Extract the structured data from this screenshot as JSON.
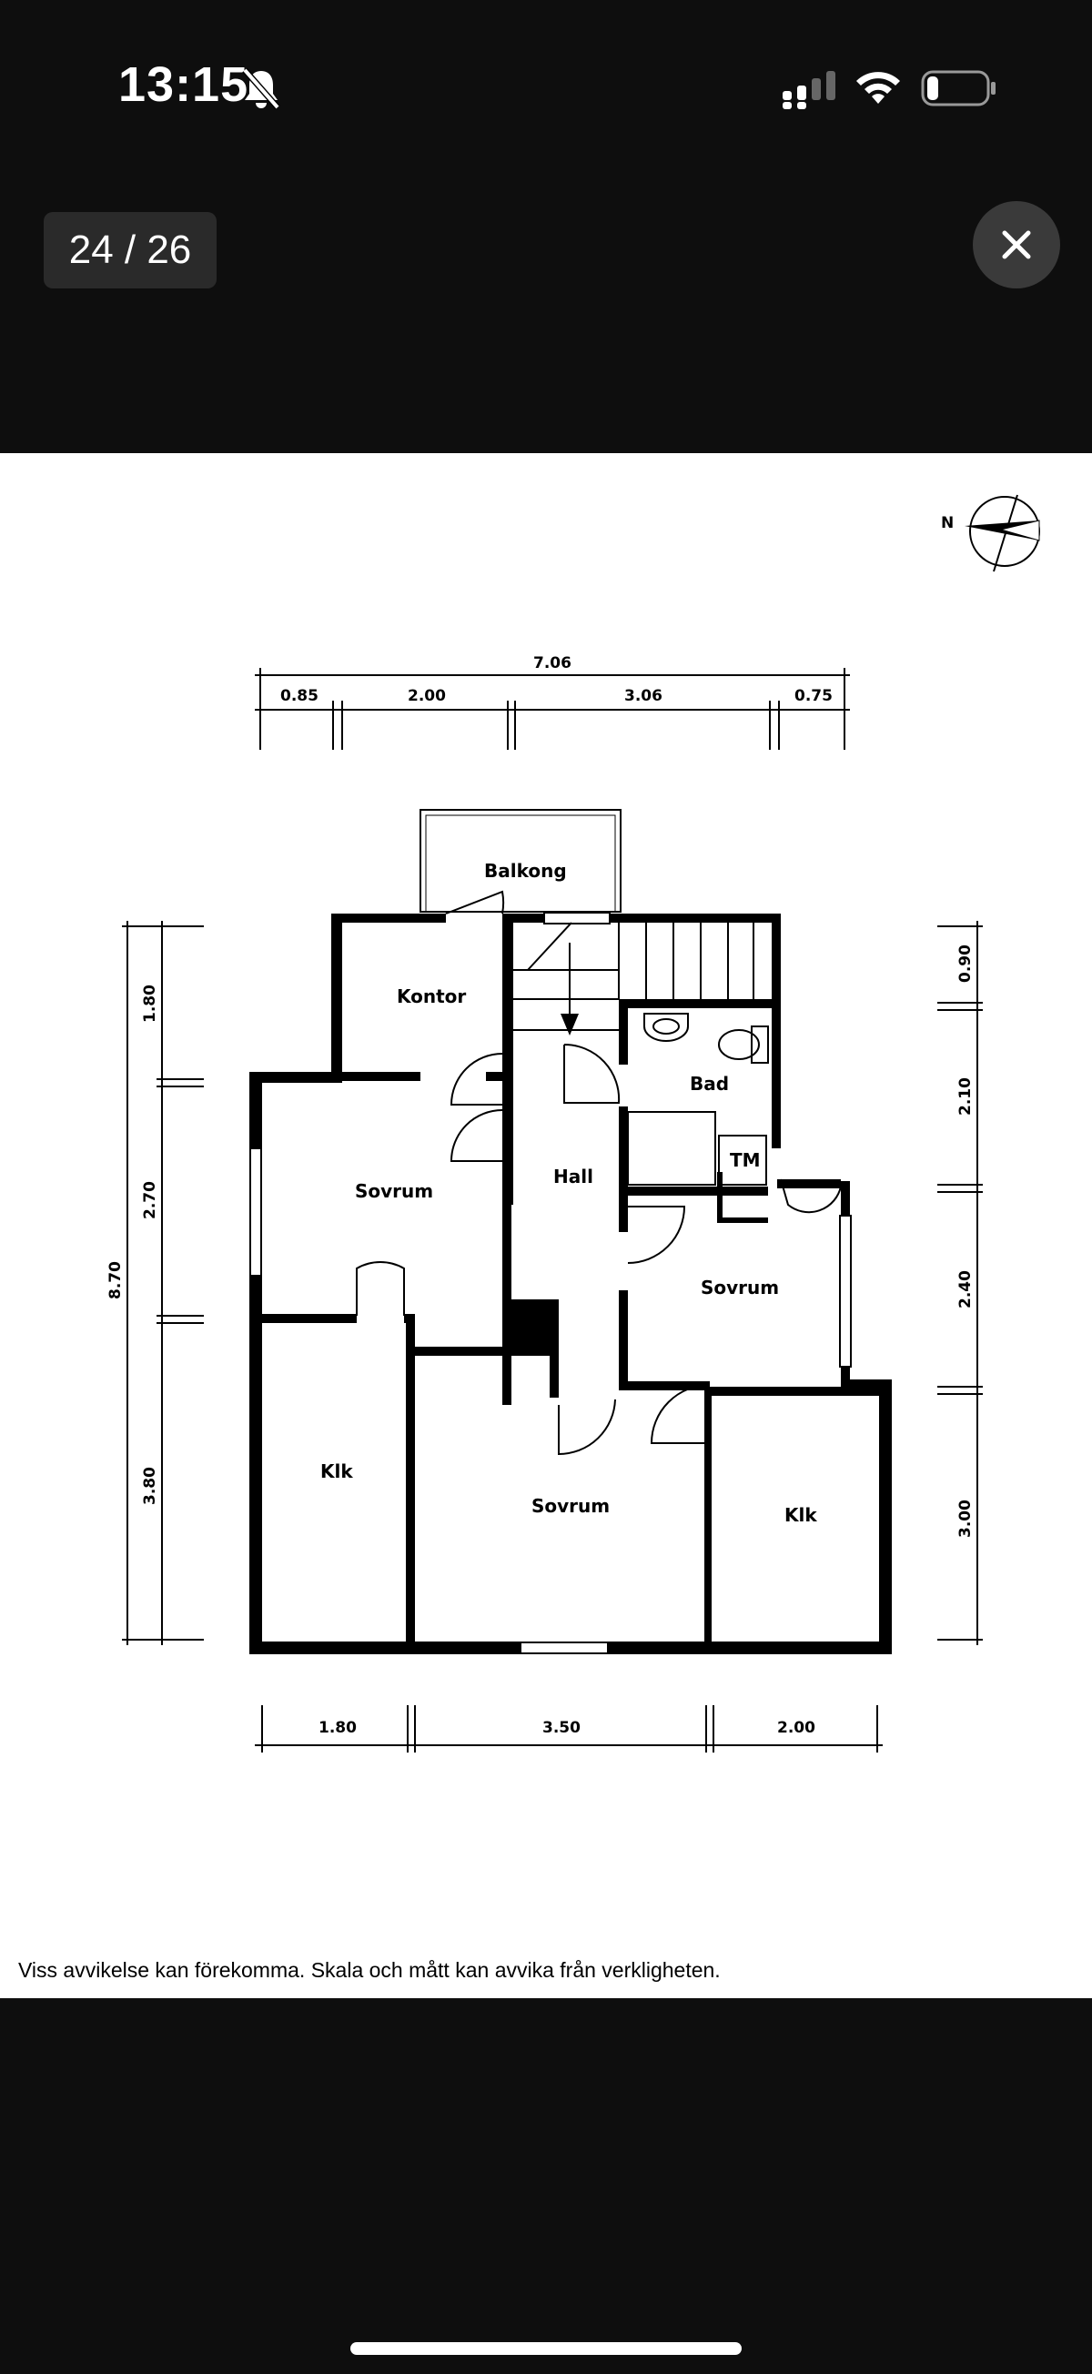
{
  "status_bar": {
    "time": "13:15",
    "silent_icon": "bell-slash-icon",
    "signal_icon": "cellular-signal-icon",
    "wifi_icon": "wifi-icon",
    "battery_icon": "battery-icon"
  },
  "viewer": {
    "counter": "24 / 26",
    "close_icon": "close-icon"
  },
  "floorplan": {
    "compass_label": "N",
    "rooms": {
      "balkong": "Balkong",
      "kontor": "Kontor",
      "bad": "Bad",
      "tm": "TM",
      "hall": "Hall",
      "sovrum_left": "Sovrum",
      "sovrum_right": "Sovrum",
      "sovrum_bottom": "Sovrum",
      "klk_left": "Klk",
      "klk_right": "Klk"
    },
    "top_dims": {
      "total": "7.06",
      "d1": "0.85",
      "d2": "2.00",
      "d3": "3.06",
      "d4": "0.75"
    },
    "left_dims": {
      "total": "8.70",
      "d1": "1.80",
      "d2": "2.70",
      "d3": "3.80"
    },
    "right_dims": {
      "d1": "0.90",
      "d2": "2.10",
      "d3": "2.40",
      "d4": "3.00"
    },
    "bottom_dims": {
      "d1": "1.80",
      "d2": "3.50",
      "d3": "2.00"
    }
  },
  "disclaimer": "Viss avvikelse kan förekomma. Skala och mått kan avvika från verkligheten."
}
